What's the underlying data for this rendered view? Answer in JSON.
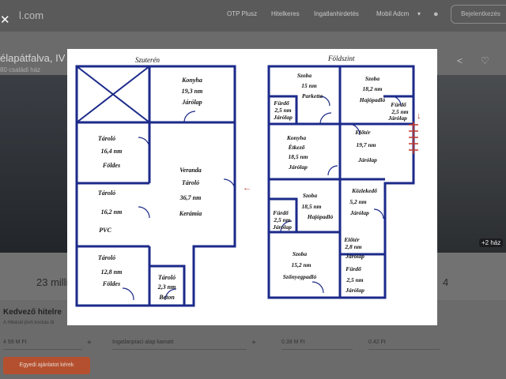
{
  "header": {
    "logo": "l.com",
    "nav": [
      "OTP Plusz",
      "Hitelkeres",
      "Ingatlanhirdetés",
      "Mobil Adcm"
    ],
    "nav_dropdown": "▾",
    "login": "Bejelentkezés"
  },
  "listing": {
    "location": "élapátfalva, IV",
    "subtitle": "80 családi ház",
    "photo_count": "+2 ház",
    "price": "23 milli",
    "stat_right": "4"
  },
  "loan": {
    "title": "Kedvező hitelre",
    "subtitle": "A Hitelcél jövő kockás bl",
    "fields": [
      "4 59 M Ft",
      "Ingatlanpiaci alap kamatt",
      "0.39 M Ft",
      "0.42 Ft"
    ],
    "cta": "Egyedi ajánlatot kérek"
  },
  "floorplan": {
    "basement_title": "Szuterén",
    "ground_title": "Földszint",
    "basement_rooms": [
      {
        "lines": [
          "Konyha",
          "19,3 nm",
          "Járólap"
        ]
      },
      {
        "lines": [
          "Tároló",
          "16,4 nm",
          "Földes"
        ]
      },
      {
        "lines": [
          "Veranda",
          "Tároló",
          "36,7 nm",
          "Kerámia"
        ]
      },
      {
        "lines": [
          "Tároló",
          "16,2 nm",
          "PVC"
        ]
      },
      {
        "lines": [
          "Tároló",
          "12,8 nm",
          "Földes"
        ]
      },
      {
        "lines": [
          "Tároló",
          "2,3 nm",
          "Beton"
        ]
      }
    ],
    "ground_rooms": [
      {
        "lines": [
          "Szoba",
          "15 nm",
          "Parketta"
        ]
      },
      {
        "lines": [
          "Fürdő",
          "2,5 nm",
          "Járólap"
        ]
      },
      {
        "lines": [
          "Szoba",
          "18,2 nm",
          "Hajópadló"
        ]
      },
      {
        "lines": [
          "Fürdő",
          "2,5 nm",
          "Járólap"
        ]
      },
      {
        "lines": [
          "Konyha",
          "Étkező",
          "18,5 nm",
          "Járólap"
        ]
      },
      {
        "lines": [
          "Előtér",
          "19,7 nm",
          "Járólap"
        ]
      },
      {
        "lines": [
          "Szoba",
          "18,5 nm",
          "Hajópadló"
        ]
      },
      {
        "lines": [
          "Fürdő",
          "2,5 nm",
          "Járólap"
        ]
      },
      {
        "lines": [
          "Közlekedő",
          "5,2 nm",
          "Járólap"
        ]
      },
      {
        "lines": [
          "Előtér",
          "2,8 nm",
          "Járólap"
        ]
      },
      {
        "lines": [
          "Szoba",
          "15,2 nm",
          "Szőnyegpadló"
        ]
      },
      {
        "lines": [
          "Fürdő",
          "2,5 nm",
          "Járólap"
        ]
      }
    ]
  }
}
